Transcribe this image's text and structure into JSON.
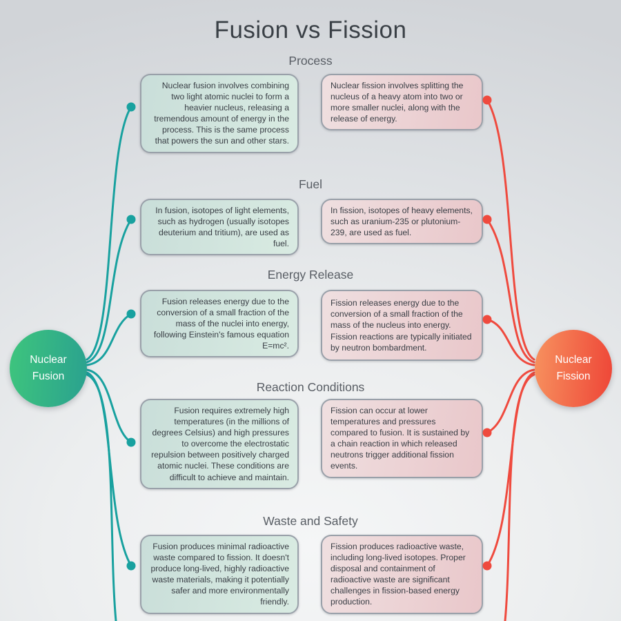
{
  "title": "Fusion vs Fission",
  "nodes": {
    "fusion": {
      "line1": "Nuclear",
      "line2": "Fusion"
    },
    "fission": {
      "line1": "Nuclear",
      "line2": "Fission"
    }
  },
  "colors": {
    "fusion_node_gradient_start": "#3ec57d",
    "fusion_node_gradient_end": "#2aa18f",
    "fission_node_gradient_start": "#f7925f",
    "fission_node_gradient_end": "#ee4537",
    "fusion_connector": "#18a19f",
    "fission_connector": "#ef4a3e",
    "fusion_box_fill_start": "#c9ded9",
    "fusion_box_fill_end": "#d9ebe2",
    "fission_box_fill_start": "#efdfe0",
    "fission_box_fill_end": "#e9c7ca",
    "box_border": "#99a0a9",
    "heading_text": "#585d64",
    "body_text": "#383d44"
  },
  "sections": [
    {
      "heading": "Process",
      "fusion": "Nuclear fusion involves combining two light atomic nuclei to form a heavier nucleus, releasing a tremendous amount of energy in the process. This is the same process that powers the sun and other stars.",
      "fission": "Nuclear fission involves splitting the nucleus of a heavy atom into two or more smaller nuclei, along with the release of energy."
    },
    {
      "heading": "Fuel",
      "fusion": "In fusion, isotopes of light elements, such as hydrogen (usually isotopes deuterium and tritium), are used as fuel.",
      "fission": "In fission, isotopes of heavy elements, such as uranium-235 or plutonium-239, are used as fuel."
    },
    {
      "heading": "Energy Release",
      "fusion": "Fusion releases energy due to the conversion of a small fraction of the mass of the nuclei into energy, following Einstein's famous equation E=mc².",
      "fission": "Fission releases energy due to the conversion of a small fraction of the mass of the nucleus into energy. Fission reactions are typically initiated by neutron bombardment."
    },
    {
      "heading": "Reaction Conditions",
      "fusion": "Fusion requires extremely high temperatures (in the millions of degrees Celsius) and high pressures to overcome the electrostatic repulsion between positively charged atomic nuclei. These conditions are difficult to achieve and maintain.",
      "fission": "Fission can occur at lower temperatures and pressures compared to fusion. It is sustained by a chain reaction in which released neutrons trigger additional fission events."
    },
    {
      "heading": "Waste and Safety",
      "fusion": "Fusion produces minimal radioactive waste compared to fission. It doesn't produce long-lived, highly radioactive waste materials, making it potentially safer and more environmentally friendly.",
      "fission": "Fission produces radioactive waste, including long-lived isotopes. Proper disposal and containment of radioactive waste are significant challenges in fission-based energy production."
    }
  ]
}
